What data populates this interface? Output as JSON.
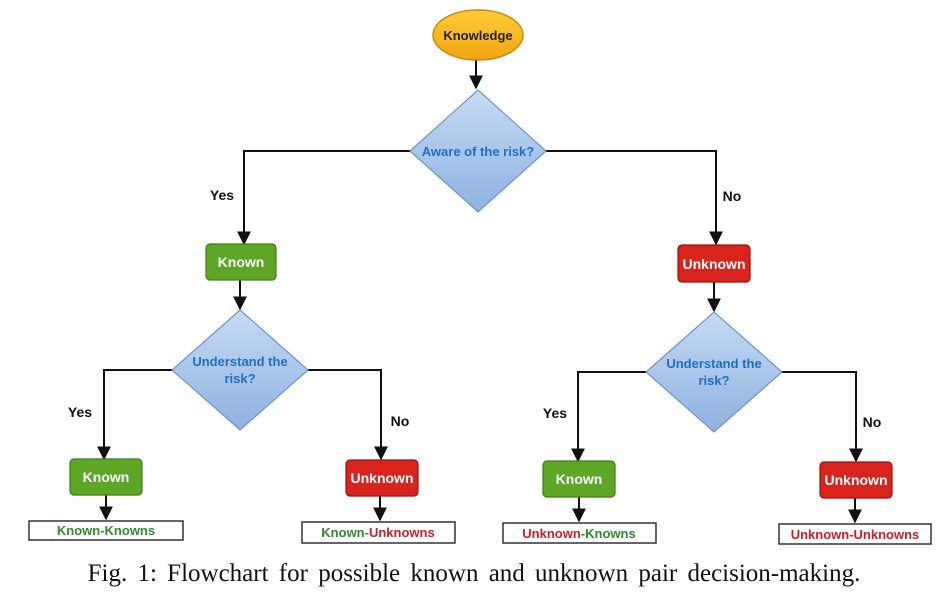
{
  "diagram": {
    "root": {
      "label": "Knowledge"
    },
    "q1": {
      "label": "Aware of the risk?"
    },
    "branch_left": {
      "edge_label": "Yes",
      "node_label": "Known"
    },
    "branch_right": {
      "edge_label": "No",
      "node_label": "Unknown"
    },
    "q2_left": {
      "line1": "Understand the",
      "line2": "risk?"
    },
    "q2_right": {
      "line1": "Understand the",
      "line2": "risk?"
    },
    "leaves": [
      {
        "edge_label": "Yes",
        "node_label": "Known",
        "result_first": "Known",
        "result_sep": "-",
        "result_second": "Knowns"
      },
      {
        "edge_label": "No",
        "node_label": "Unknown",
        "result_first": "Known",
        "result_sep": "-",
        "result_second": "Unknowns"
      },
      {
        "edge_label": "Yes",
        "node_label": "Known",
        "result_first": "Unknown",
        "result_sep": "-",
        "result_second": "Knowns"
      },
      {
        "edge_label": "No",
        "node_label": "Unknown",
        "result_first": "Unknown",
        "result_sep": "-",
        "result_second": "Unknowns"
      }
    ]
  },
  "caption": "Fig. 1: Flowchart for possible known and unknown pair decision-making.",
  "colors": {
    "root_fill": "#f6b21a",
    "diamond_fill": "#a9c5ea",
    "diamond_text": "#1f6fc5",
    "known_fill": "#5da626",
    "unknown_fill": "#d8241c",
    "known_text": "#2e8b2e",
    "unknown_text": "#d01c2a"
  }
}
